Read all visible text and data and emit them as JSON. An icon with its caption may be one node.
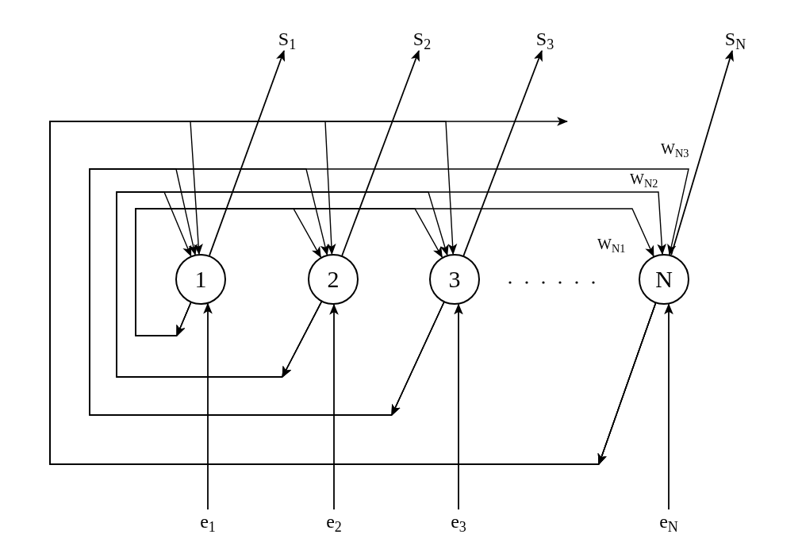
{
  "diagram": {
    "nodes": [
      {
        "text": [
          "1"
        ]
      },
      {
        "text": [
          "2"
        ]
      },
      {
        "text": [
          "3"
        ]
      },
      {
        "text": [
          "N"
        ]
      },
      {
        "text": [
          "S$_{1}$"
        ]
      },
      {
        "text": [
          "S$_{2}$"
        ]
      },
      {
        "text": [
          "S$_{3}$"
        ]
      },
      {
        "text": [
          "S$_{N}$"
        ]
      },
      {
        "text": [
          "e$_{1}$"
        ]
      },
      {
        "text": [
          "e$_{2}$"
        ]
      },
      {
        "text": [
          "e$_{3}$"
        ]
      },
      {
        "text": [
          "e$_{N}$"
        ]
      }
    ],
    "edges": [
      {
        "from": 0,
        "to": 4,
        "arrow": "to"
      },
      {
        "from": 1,
        "to": 5,
        "arrow": "to"
      },
      {
        "from": 2,
        "to": 6,
        "arrow": "to"
      },
      {
        "from": 3,
        "to": 7,
        "arrow": "to"
      },
      {
        "from": 8,
        "to": 0,
        "arrow": "to"
      },
      {
        "from": 9,
        "to": 1,
        "arrow": "to"
      },
      {
        "from": 10,
        "to": 2,
        "arrow": "to"
      },
      {
        "from": 11,
        "to": 3,
        "arrow": "to"
      },
      {
        "from": 0,
        "to": 1,
        "arrow": "to"
      },
      {
        "from": 0,
        "to": 2,
        "arrow": "to"
      },
      {
        "from": 0,
        "to": 3,
        "arrow": "to",
        "label": "W$_{N1}$"
      },
      {
        "from": 1,
        "to": 0,
        "arrow": "to"
      },
      {
        "from": 1,
        "to": 2,
        "arrow": "to"
      },
      {
        "from": 1,
        "to": 3,
        "arrow": "to",
        "label": "W$_{N2}$"
      },
      {
        "from": 2,
        "to": 0,
        "arrow": "to"
      },
      {
        "from": 2,
        "to": 1,
        "arrow": "to"
      },
      {
        "from": 2,
        "to": 3,
        "arrow": "to",
        "label": "W$_{N3}$"
      },
      {
        "from": 3,
        "to": 0,
        "arrow": "to"
      },
      {
        "from": 3,
        "to": 1,
        "arrow": "to"
      },
      {
        "from": 3,
        "to": 2,
        "arrow": "to"
      },
      {
        "from": 3,
        "to": null,
        "arrow": "to"
      }
    ]
  }
}
